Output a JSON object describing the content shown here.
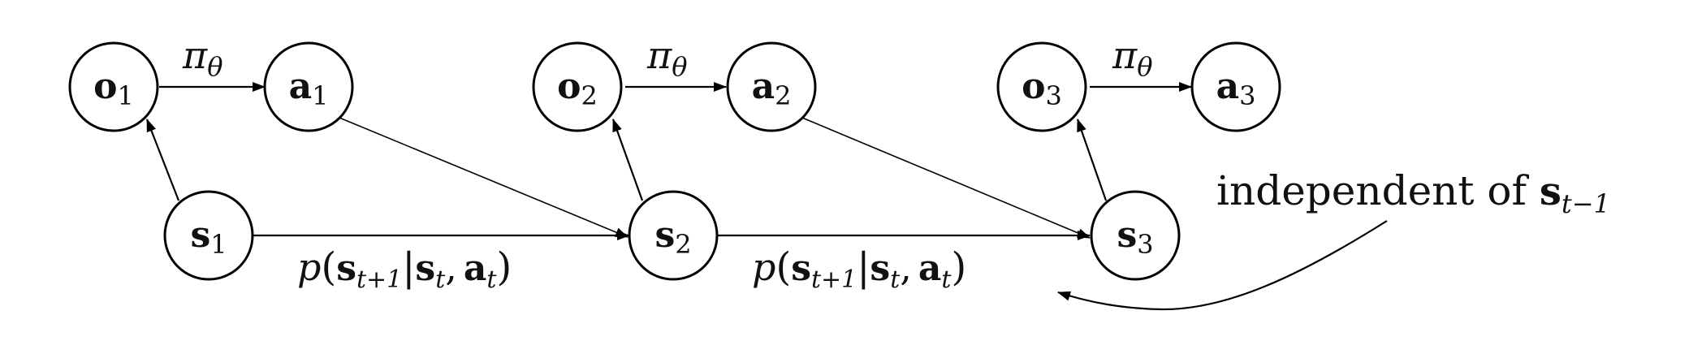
{
  "nodes": [
    {
      "id": "o1",
      "base": "o",
      "sub": "1"
    },
    {
      "id": "a1",
      "base": "a",
      "sub": "1"
    },
    {
      "id": "s1",
      "base": "s",
      "sub": "1"
    },
    {
      "id": "o2",
      "base": "o",
      "sub": "2"
    },
    {
      "id": "a2",
      "base": "a",
      "sub": "2"
    },
    {
      "id": "s2",
      "base": "s",
      "sub": "2"
    },
    {
      "id": "o3",
      "base": "o",
      "sub": "3"
    },
    {
      "id": "a3",
      "base": "a",
      "sub": "3"
    },
    {
      "id": "s3",
      "base": "s",
      "sub": "3"
    }
  ],
  "edges": [
    {
      "from": "o1",
      "to": "a1",
      "label": "policy"
    },
    {
      "from": "s1",
      "to": "o1"
    },
    {
      "from": "a1",
      "to": "s2"
    },
    {
      "from": "s1",
      "to": "s2",
      "label": "transition"
    },
    {
      "from": "o2",
      "to": "a2",
      "label": "policy"
    },
    {
      "from": "s2",
      "to": "o2"
    },
    {
      "from": "a2",
      "to": "s3"
    },
    {
      "from": "s2",
      "to": "s3",
      "label": "transition"
    },
    {
      "from": "o3",
      "to": "a3",
      "label": "policy"
    },
    {
      "from": "s3",
      "to": "o3"
    }
  ],
  "labels": {
    "policy": {
      "symbol": "π",
      "sub": "θ"
    },
    "transition": {
      "p": "p",
      "open": "(",
      "s1": "s",
      "sub1": "t+1",
      "bar": "|",
      "s2": "s",
      "sub2": "t",
      "comma": ",",
      "a": "a",
      "sub3": "t",
      "close": ")"
    }
  },
  "annotation": {
    "text": "independent of ",
    "symbol": "s",
    "sub": "t−1"
  }
}
